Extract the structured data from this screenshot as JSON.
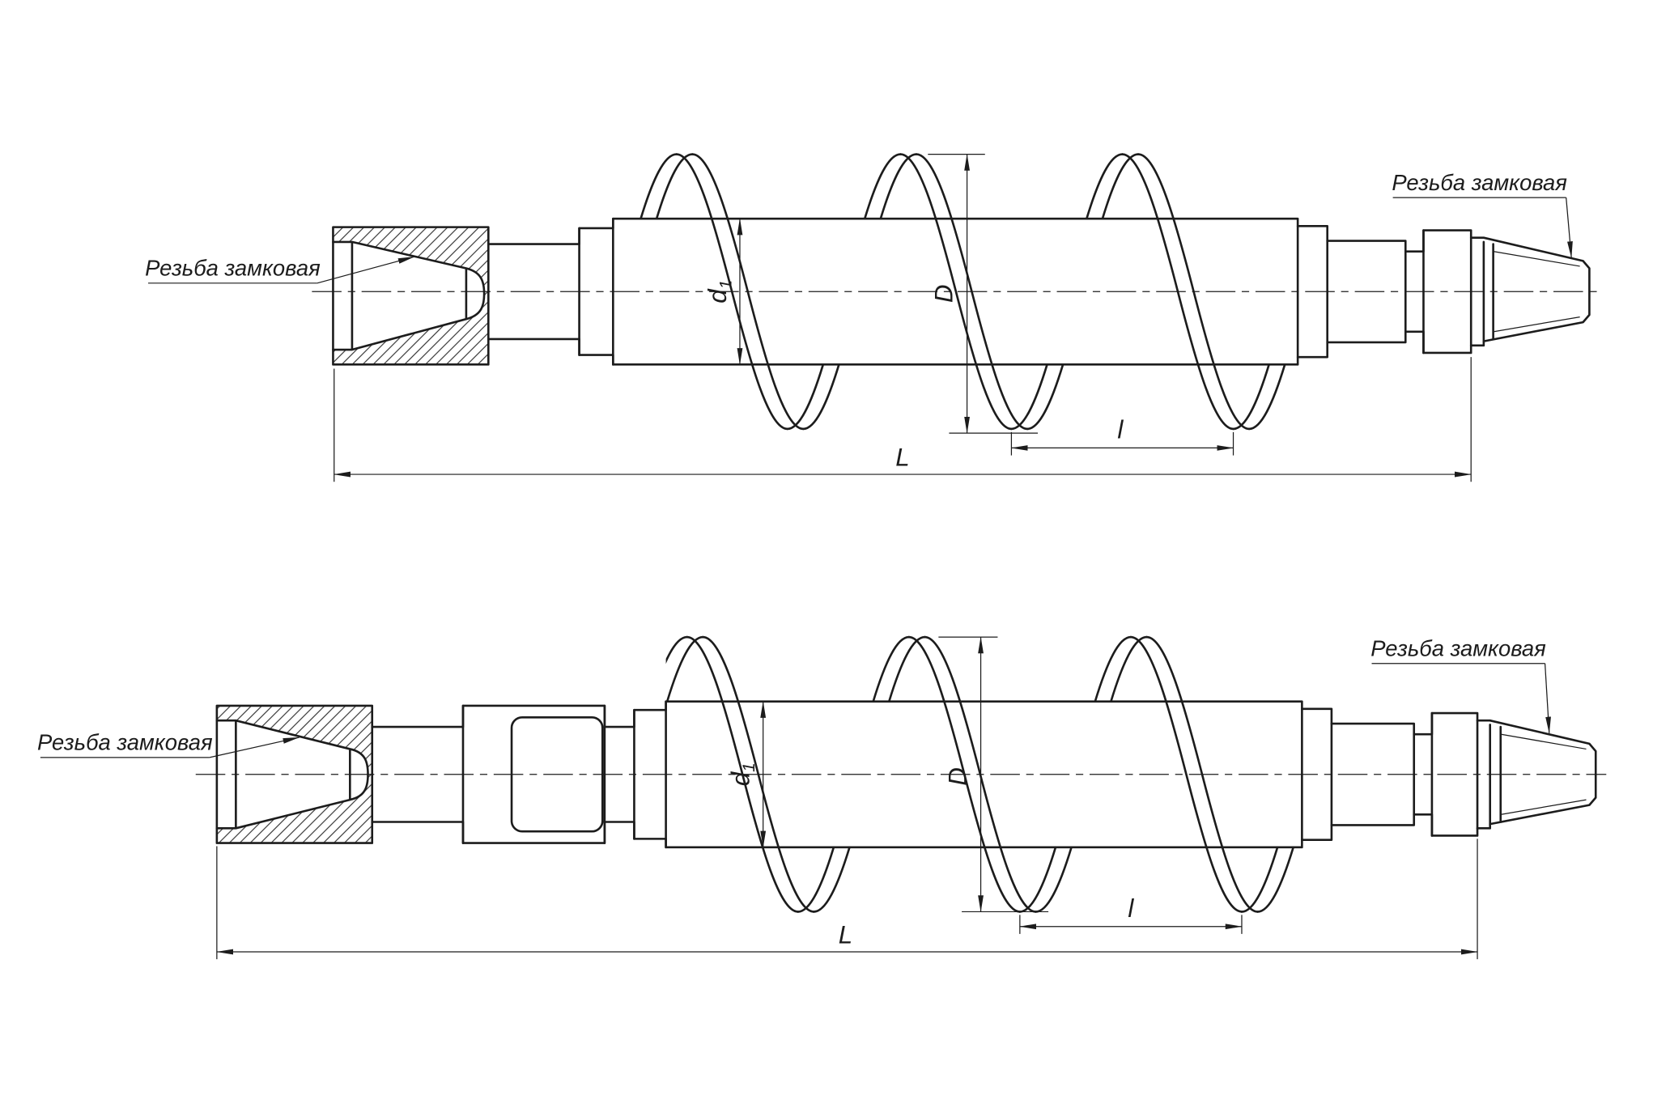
{
  "drawing": {
    "annotations": {
      "top_left_thread": "Резьба замковая",
      "top_right_thread": "Резьба замковая",
      "bottom_left_thread": "Резьба замковая",
      "bottom_right_thread": "Резьба замковая"
    },
    "dimensions": {
      "shaft_diameter_main": "d",
      "shaft_diameter_sub": "1",
      "flight_diameter": "D",
      "pitch": "l",
      "overall_length": "L"
    },
    "colors": {
      "line": "#1c1c1c",
      "background": "#ffffff"
    }
  }
}
